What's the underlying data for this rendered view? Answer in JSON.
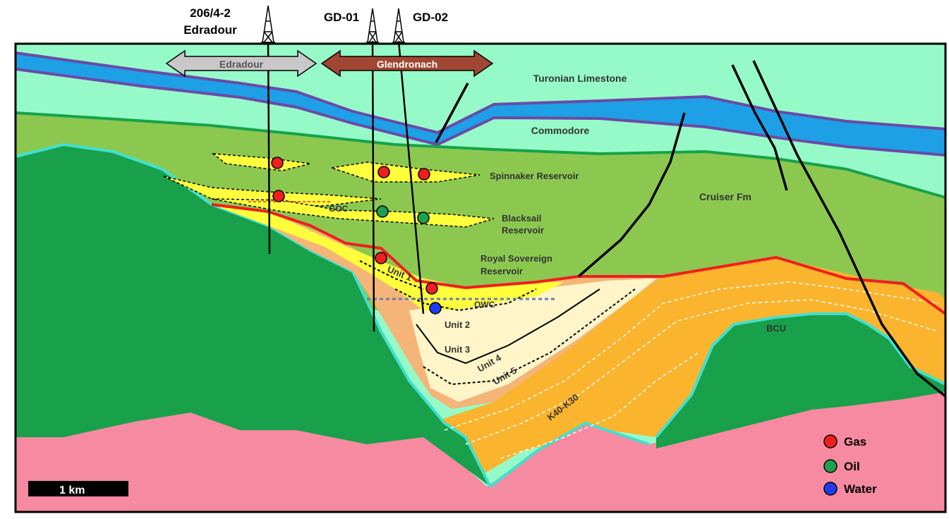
{
  "wells": {
    "edradour_well_id": "206/4-2",
    "edradour_well_name": "Edradour",
    "gd01": "GD-01",
    "gd02": "GD-02"
  },
  "fields": {
    "edradour": "Edradour",
    "glendronach": "Glendronach"
  },
  "formations": {
    "turonian": "Turonian Limestone",
    "commodore": "Commodore",
    "spinnaker": "Spinnaker Reservoir",
    "cruiser": "Cruiser Fm",
    "blacksail_1": "Blacksail",
    "blacksail_2": "Reservoir",
    "royal_1": "Royal Sovereign",
    "royal_2": "Reservoir",
    "goc": "GOC",
    "owc": "OWC",
    "unit1": "Unit 1",
    "unit2": "Unit 2",
    "unit3": "Unit 3",
    "unit4": "Unit 4",
    "unit5": "Unit 5",
    "k40k30": "K40-K30",
    "bcu": "BCU"
  },
  "legend": {
    "gas": "Gas",
    "oil": "Oil",
    "water": "Water"
  },
  "scale": {
    "label": "1 km"
  },
  "colors": {
    "turonian": "#96fac8",
    "limestone_band": "#1ea0e6",
    "band_edge": "#6a4aa8",
    "cruiser": "#8cc850",
    "basement_green": "#18a04a",
    "basement_pink": "#f58aa0",
    "reservoir_yellow": "#ffff3c",
    "unit_peach": "#f5b478",
    "unit_cream": "#fff5c8",
    "k40": "#fab42d",
    "gas": "#f01e1e",
    "oil": "#1ea050",
    "water": "#1e3cf0",
    "edradour_arrow": "#c8c8c8",
    "glendronach_arrow": "#a04632"
  }
}
